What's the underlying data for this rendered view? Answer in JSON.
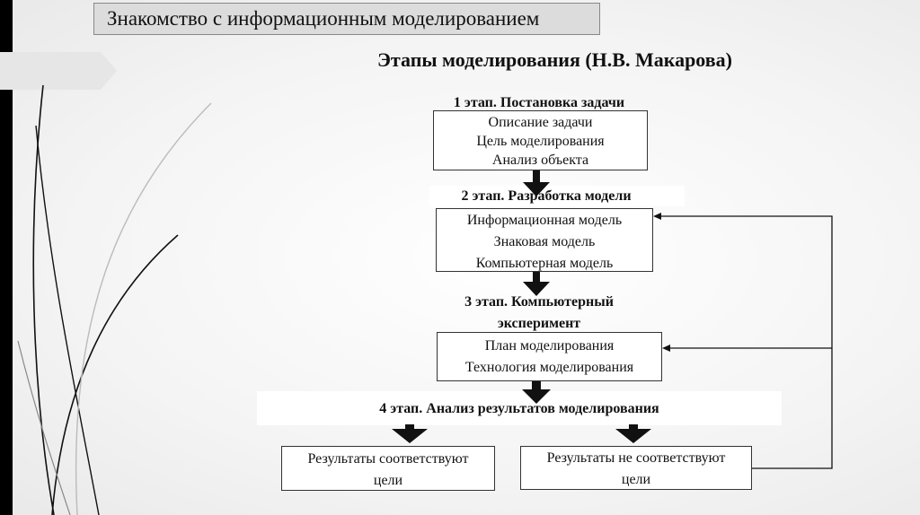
{
  "header": {
    "title": "Знакомство с информационным моделированием"
  },
  "diagram": {
    "subtitle": "Этапы моделирования (Н.В. Макарова)",
    "stage1": {
      "label": "1 этап. Постановка задачи",
      "items": [
        "Описание задачи",
        "Цель моделирования",
        "Анализ объекта"
      ]
    },
    "stage2": {
      "label": "2 этап. Разработка модели",
      "items": [
        "Информационная модель",
        "Знаковая модель",
        "Компьютерная модель"
      ]
    },
    "stage3": {
      "label_line1": "3 этап. Компьютерный",
      "label_line2": "эксперимент",
      "items": [
        "План моделирования",
        "Технология моделирования"
      ]
    },
    "stage4": {
      "label": "4 этап. Анализ результатов моделирования"
    },
    "result_ok": {
      "line1": "Результаты соответствуют",
      "line2": "цели"
    },
    "result_fail": {
      "line1": "Результаты не соответствуют",
      "line2": "цели"
    }
  }
}
